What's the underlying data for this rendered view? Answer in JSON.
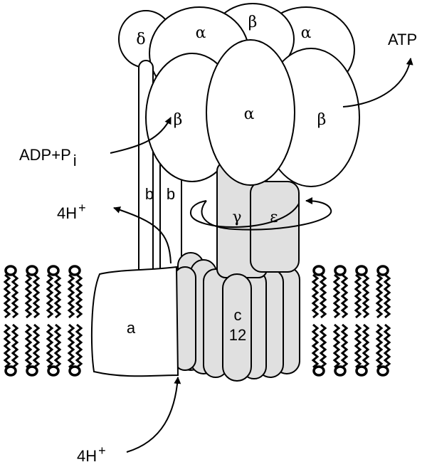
{
  "labels": {
    "delta": "δ",
    "alpha_back_left": "α",
    "beta_back": "β",
    "alpha_back_right": "α",
    "beta_left": "β",
    "alpha_front": "α",
    "beta_right": "β",
    "stalk_b1": "b",
    "stalk_b2": "b",
    "gamma": "γ",
    "epsilon": "ε",
    "subunit_a": "a",
    "subunit_c": "c",
    "subunit_c_count": "12",
    "atp": "ATP",
    "adp_pi": "ADP+P",
    "adp_pi_sub": "i",
    "proton_out": "4H",
    "proton_out_sup": "+",
    "proton_in": "4H",
    "proton_in_sup": "+"
  },
  "colors": {
    "outline": "#000000",
    "fill": "#ffffff",
    "shaded": "#e0e0e0"
  }
}
